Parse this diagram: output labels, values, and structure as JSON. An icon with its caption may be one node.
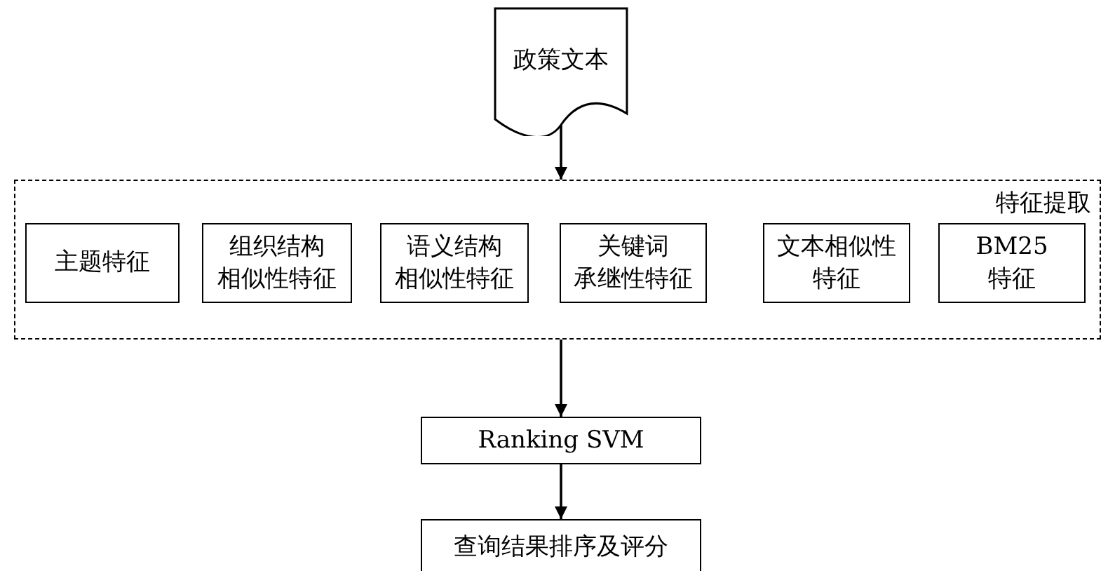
{
  "diagram": {
    "nodes": [
      {
        "text": [
          "政策文本"
        ]
      },
      {
        "text": [
          "特征提取"
        ]
      },
      {
        "text": [
          "主题特征"
        ],
        "in": 1
      },
      {
        "text": [
          "组织结构相似性特征"
        ],
        "in": 1
      },
      {
        "text": [
          "语义结构相似性特征"
        ],
        "in": 1
      },
      {
        "text": [
          "关键词承继性特征"
        ],
        "in": 1
      },
      {
        "text": [
          "文本相似性特征"
        ],
        "in": 1
      },
      {
        "text": [
          "BM25 特征"
        ],
        "in": 1
      },
      {
        "text": [
          "Ranking SVM"
        ]
      },
      {
        "text": [
          "查询结果排序及评分"
        ]
      }
    ],
    "edges": [
      {
        "from": 0,
        "to": 1,
        "arrow": "to"
      },
      {
        "from": 1,
        "to": 8,
        "arrow": "to"
      },
      {
        "from": 8,
        "to": 9,
        "arrow": "to"
      }
    ]
  }
}
